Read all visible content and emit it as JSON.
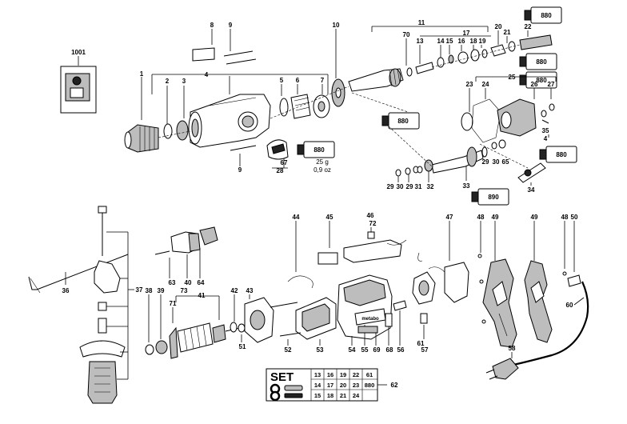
{
  "callouts": [
    {
      "label": "1001"
    },
    {
      "label": "1"
    },
    {
      "label": "2"
    },
    {
      "label": "3"
    },
    {
      "label": "4"
    },
    {
      "label": "5"
    },
    {
      "label": "6"
    },
    {
      "label": "7"
    },
    {
      "label": "8"
    },
    {
      "label": "9"
    },
    {
      "label": "9"
    },
    {
      "label": "10"
    },
    {
      "label": "11"
    },
    {
      "label": "70"
    },
    {
      "label": "13"
    },
    {
      "label": "14"
    },
    {
      "label": "15"
    },
    {
      "label": "16"
    },
    {
      "label": "17"
    },
    {
      "label": "18"
    },
    {
      "label": "19"
    },
    {
      "label": "20"
    },
    {
      "label": "21"
    },
    {
      "label": "22"
    },
    {
      "label": "25"
    },
    {
      "label": "23"
    },
    {
      "label": "24"
    },
    {
      "label": "26"
    },
    {
      "label": "27"
    },
    {
      "label": "35"
    },
    {
      "label": "4"
    },
    {
      "label": "28"
    },
    {
      "label": "67"
    },
    {
      "label": "29"
    },
    {
      "label": "30"
    },
    {
      "label": "65"
    },
    {
      "label": "29"
    },
    {
      "label": "30"
    },
    {
      "label": "29"
    },
    {
      "label": "31"
    },
    {
      "label": "32"
    },
    {
      "label": "33"
    },
    {
      "label": "34"
    },
    {
      "label": "36"
    },
    {
      "label": "37"
    },
    {
      "label": "38"
    },
    {
      "label": "39"
    },
    {
      "label": "73"
    },
    {
      "label": "71"
    },
    {
      "label": "41"
    },
    {
      "label": "63"
    },
    {
      "label": "40"
    },
    {
      "label": "64"
    },
    {
      "label": "42"
    },
    {
      "label": "43"
    },
    {
      "label": "51"
    },
    {
      "label": "44"
    },
    {
      "label": "45"
    },
    {
      "label": "46"
    },
    {
      "label": "72"
    },
    {
      "label": "47"
    },
    {
      "label": "48"
    },
    {
      "label": "49"
    },
    {
      "label": "49"
    },
    {
      "label": "48"
    },
    {
      "label": "50"
    },
    {
      "label": "52"
    },
    {
      "label": "53"
    },
    {
      "label": "54"
    },
    {
      "label": "55"
    },
    {
      "label": "69"
    },
    {
      "label": "68"
    },
    {
      "label": "56"
    },
    {
      "label": "61"
    },
    {
      "label": "57"
    },
    {
      "label": "58"
    },
    {
      "label": "60"
    },
    {
      "label": "62"
    }
  ],
  "grease_tubes": [
    {
      "label": "880"
    },
    {
      "label": "880"
    },
    {
      "label": "880"
    },
    {
      "label": "880"
    },
    {
      "label": "880"
    },
    {
      "label": "880"
    },
    {
      "label": "890"
    }
  ],
  "grease_note": {
    "amount": "25 g",
    "amount_oz": "0,9 oz"
  },
  "set_table": {
    "title": "SET",
    "rows": [
      [
        "13",
        "16",
        "19",
        "22",
        "61"
      ],
      [
        "14",
        "17",
        "20",
        "23",
        "880"
      ],
      [
        "15",
        "18",
        "21",
        "24"
      ]
    ]
  },
  "brand_plate": {
    "text": "metabo"
  }
}
